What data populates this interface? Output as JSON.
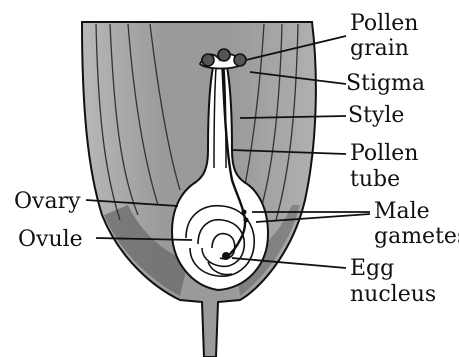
{
  "labels": {
    "pollen_grain": [
      "Pollen",
      "grain"
    ],
    "stigma": "Stigma",
    "style": "Style",
    "pollen_tube": [
      "Pollen",
      "tube"
    ],
    "ovary": "Ovary",
    "ovule": "Ovule",
    "male_gametes": [
      "Male",
      "gametes"
    ],
    "egg_nucleus": [
      "Egg",
      "nucleus"
    ]
  },
  "colors": {
    "ink": "#111111",
    "ovary_wall": "#8f8f8f",
    "ovary_shade": "#5a5a5a",
    "cavity": "#ffffff",
    "background": "#ffffff"
  }
}
